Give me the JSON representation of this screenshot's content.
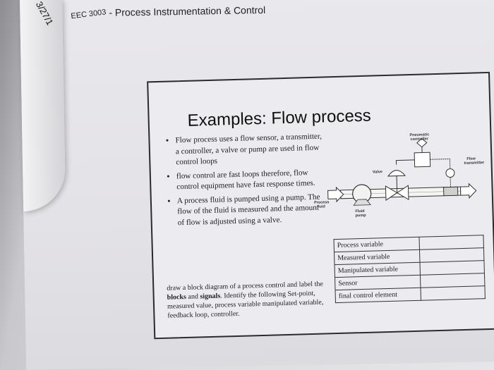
{
  "header": {
    "date_text": "3/27/1",
    "course_code": "EEC 3003",
    "course_title": " - Process Instrumentation & Control"
  },
  "slide": {
    "title": "Examples: Flow process",
    "bullets": [
      "Flow process uses a flow sensor, a transmitter, a controller, a valve or pump are used in flow control loops",
      "flow control are fast loops therefore, flow control equipment have fast response times.",
      "A process fluid is pumped using a pump. The flow of the fluid is measured and the amount of flow is adjusted using a valve."
    ],
    "diagram_labels": {
      "pneumatic_controller": [
        "Pneumatic",
        "controller"
      ],
      "flow_transmitter": [
        "Flow",
        "transmitter"
      ],
      "valve": "Valve",
      "process_fluid": [
        "Process",
        "fluid"
      ],
      "fluid_pump": [
        "Fluid",
        "pump"
      ]
    },
    "instructions": {
      "part1": "draw a block diagram of a process control and label the ",
      "bold1": "blocks",
      "part2": " and ",
      "bold2": "signals",
      "part3": ". Identify the following Set-point, measured value, process variable manipulated variable, feedback loop, controller."
    },
    "terms_table": [
      {
        "term": "Process variable",
        "answer": ""
      },
      {
        "term": "Measured variable",
        "answer": ""
      },
      {
        "term": "Manipulated variable",
        "answer": ""
      },
      {
        "term": "Sensor",
        "answer": ""
      },
      {
        "term": "final control element",
        "answer": ""
      }
    ]
  }
}
